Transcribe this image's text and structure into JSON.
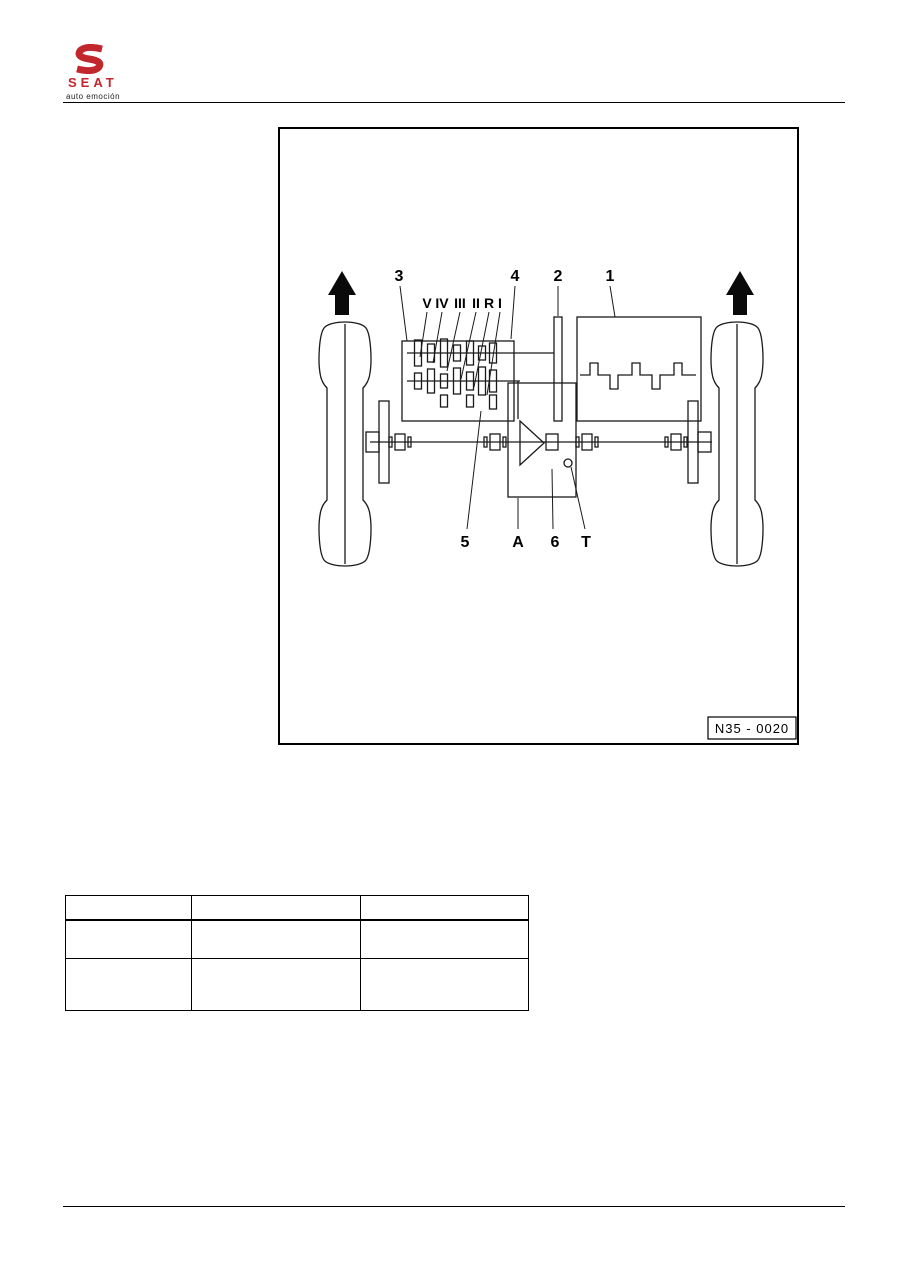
{
  "header": {
    "brand": "SEAT",
    "tagline": "auto emoción"
  },
  "colors": {
    "brand_red": "#c1272d",
    "line_black": "#1a1a1a"
  },
  "figure": {
    "description": "manual-gearbox-and-driveline-schematic",
    "top_labels": [
      "3",
      "4",
      "2",
      "1"
    ],
    "gear_labels": [
      "V",
      "IV",
      "III",
      "II",
      "R",
      "I"
    ],
    "bottom_labels": [
      "5",
      "A",
      "6",
      "T"
    ],
    "ref_label": "N35 - 0020"
  },
  "table": {
    "header": [
      "",
      "",
      ""
    ],
    "rows": [
      [
        "",
        "",
        ""
      ],
      [
        "",
        "",
        ""
      ]
    ]
  }
}
